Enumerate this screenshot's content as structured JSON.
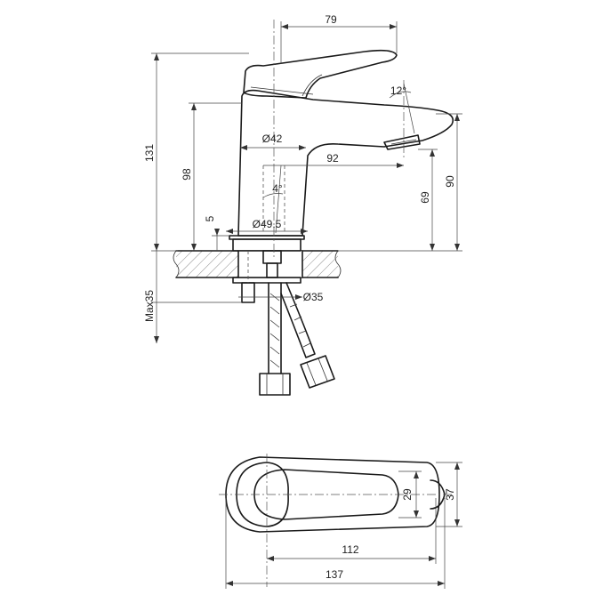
{
  "dimensions": {
    "spout_offset": "79",
    "lever_angle": "12°",
    "body_height": "131",
    "top_dia": "Ø42",
    "reach": "92",
    "max_height": "98",
    "spout_height": "90",
    "aerator_height": "69",
    "tilt_angle": "4°",
    "base_thickness": "5",
    "base_dia": "Ø49.5",
    "mount_hole": "Ø35",
    "max_deck": "Max35",
    "plan_depth_inner": "29",
    "plan_depth_outer": "37",
    "plan_length_inner": "112",
    "plan_length_outer": "137"
  },
  "colors": {
    "line": "#1a1a1a",
    "hatch": "#888888",
    "counter_fill": "#d9d9d9"
  }
}
